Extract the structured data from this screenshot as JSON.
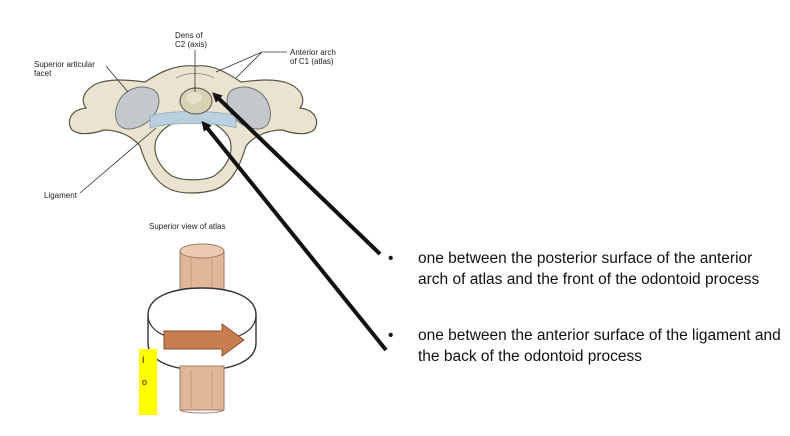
{
  "labels": {
    "dens": "Dens of\nC2 (axis)",
    "anterior_arch": "Anterior arch\nof C1 (atlas)",
    "superior_facet": "Superior articular\nfacet",
    "ligament": "Ligament",
    "caption": "Superior view of atlas"
  },
  "bullets": [
    {
      "marker": "•",
      "text": "one between the posterior surface of the anterior arch of atlas and the front of the odontoid process"
    },
    {
      "marker": "•",
      "text": "one between the anterior surface of the ligament and the back of the odontoid process"
    }
  ],
  "yellow_tab_text": [
    "I",
    "o"
  ],
  "colors": {
    "bone": "#e9e3cf",
    "bone_outline": "#5a5448",
    "facet": "#c3c8cc",
    "ligament": "#b9cfdf",
    "cylinder": "#e1b79a",
    "arrow_fill": "#c87f4f",
    "highlight": "#ffff00"
  }
}
